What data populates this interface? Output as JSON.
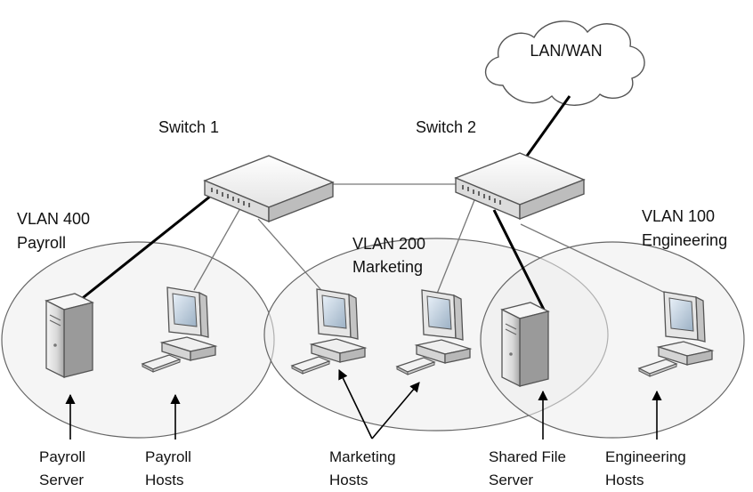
{
  "cloud": {
    "label": "LAN/WAN"
  },
  "switches": [
    {
      "label": "Switch 1"
    },
    {
      "label": "Switch 2"
    }
  ],
  "vlans": [
    {
      "id": "VLAN 400",
      "name": "Payroll"
    },
    {
      "id": "VLAN 200",
      "name": "Marketing"
    },
    {
      "id": "VLAN 100",
      "name": "Engineering"
    }
  ],
  "callouts": [
    {
      "line1": "Payroll",
      "line2": "Server"
    },
    {
      "line1": "Payroll",
      "line2": "Hosts"
    },
    {
      "line1": "Marketing",
      "line2": "Hosts"
    },
    {
      "line1": "Shared File",
      "line2": "Server"
    },
    {
      "line1": "Engineering",
      "line2": "Hosts"
    }
  ]
}
